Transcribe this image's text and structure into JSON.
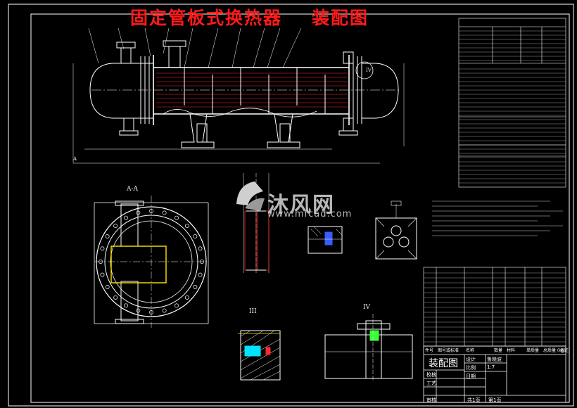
{
  "drawing": {
    "title": "固定管板式换热器",
    "subtitle": "装配图",
    "section_label": "A-A",
    "detail_3": "III",
    "detail_4": "IV",
    "callout_iv": "IV",
    "view_mark": "A"
  },
  "watermark": {
    "brand": "沐风网",
    "url": "www.mfcad.com"
  },
  "title_block": {
    "name": "装配图",
    "rows": [
      {
        "label": "设计",
        "value": "鲁晓波"
      },
      {
        "label": "比例",
        "value": "1:7"
      },
      {
        "label": "校核",
        "value": "日期"
      },
      {
        "label": "工艺",
        "value": ""
      },
      {
        "label": "审核",
        "value": ""
      }
    ],
    "sheet_total": "共1页",
    "sheet_no": "第1页",
    "bom_header": [
      "件号",
      "图号或标准",
      "名称",
      "数量",
      "材料",
      "单质量",
      "总质量 (kg)",
      "备注"
    ]
  },
  "colors": {
    "background": "#000000",
    "line": "#ffffff",
    "title": "#ff1a1a",
    "accent_blue": "#3a5cff",
    "accent_cyan": "#00e5ff",
    "accent_yellow": "#ffe600",
    "accent_green": "#35ff35",
    "accent_red": "#ff2a2a"
  }
}
